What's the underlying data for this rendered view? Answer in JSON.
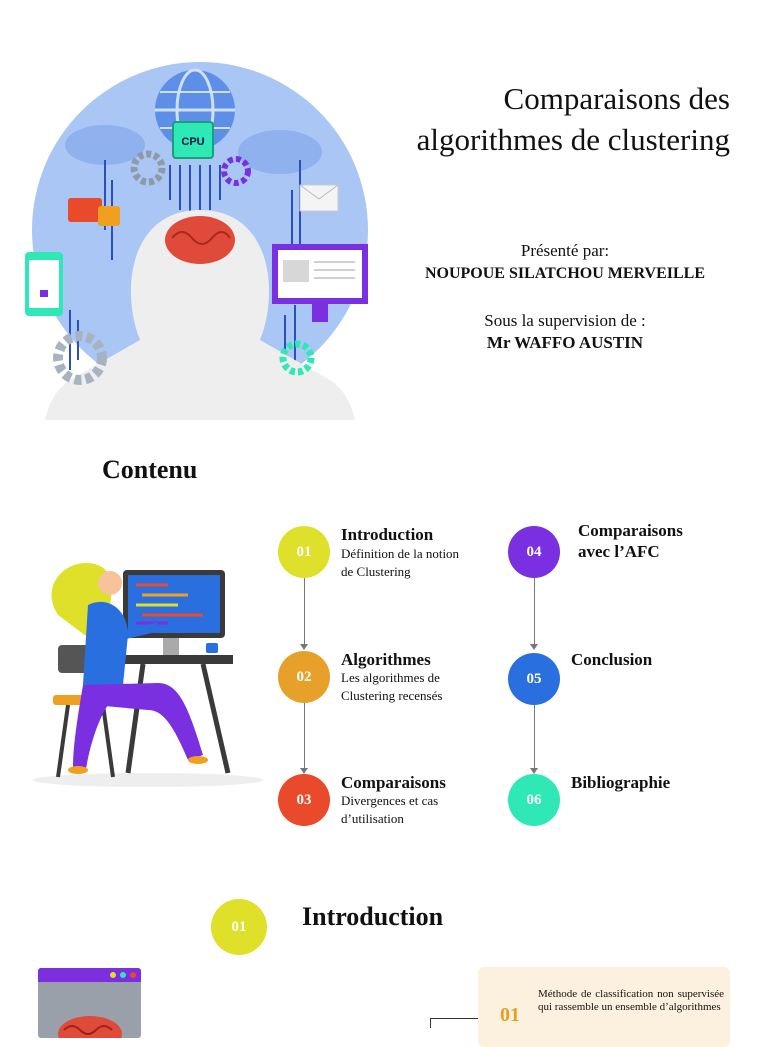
{
  "title_line1": "Comparaisons des",
  "title_line2": "algorithmes de clustering",
  "presented_label": "Présenté par:",
  "presenter": "NOUPOUE SILATCHOU MERVEILLE",
  "supervision_label": "Sous la supervision de :",
  "supervisor": "Mr WAFFO AUSTIN",
  "hero_cpu_label": "CPU",
  "contents": {
    "title": "Contenu",
    "items": [
      {
        "num": "01",
        "title": "Introduction",
        "desc_line1": "Définition de la notion",
        "desc_line2": "de Clustering",
        "color": "#dfe02a"
      },
      {
        "num": "02",
        "title": "Algorithmes",
        "desc_line1": "Les algorithmes de",
        "desc_line2": "Clustering recensés",
        "color": "#e7a12a"
      },
      {
        "num": "03",
        "title": "Comparaisons",
        "desc_line1": "Divergences et cas",
        "desc_line2": "d’utilisation",
        "color": "#e94a2a"
      },
      {
        "num": "04",
        "title_line1": "Comparaisons",
        "title_line2": "avec l’AFC",
        "color": "#7a2fe0"
      },
      {
        "num": "05",
        "title": "Conclusion",
        "color": "#2a6fe0"
      },
      {
        "num": "06",
        "title": "Bibliographie",
        "color": "#2ee8b5"
      }
    ]
  },
  "intro": {
    "num": "01",
    "title": "Introduction",
    "note_num": "01",
    "note_text": "Méthode de classification non supervisée qui rassemble un ensemble d’algorithmes"
  }
}
